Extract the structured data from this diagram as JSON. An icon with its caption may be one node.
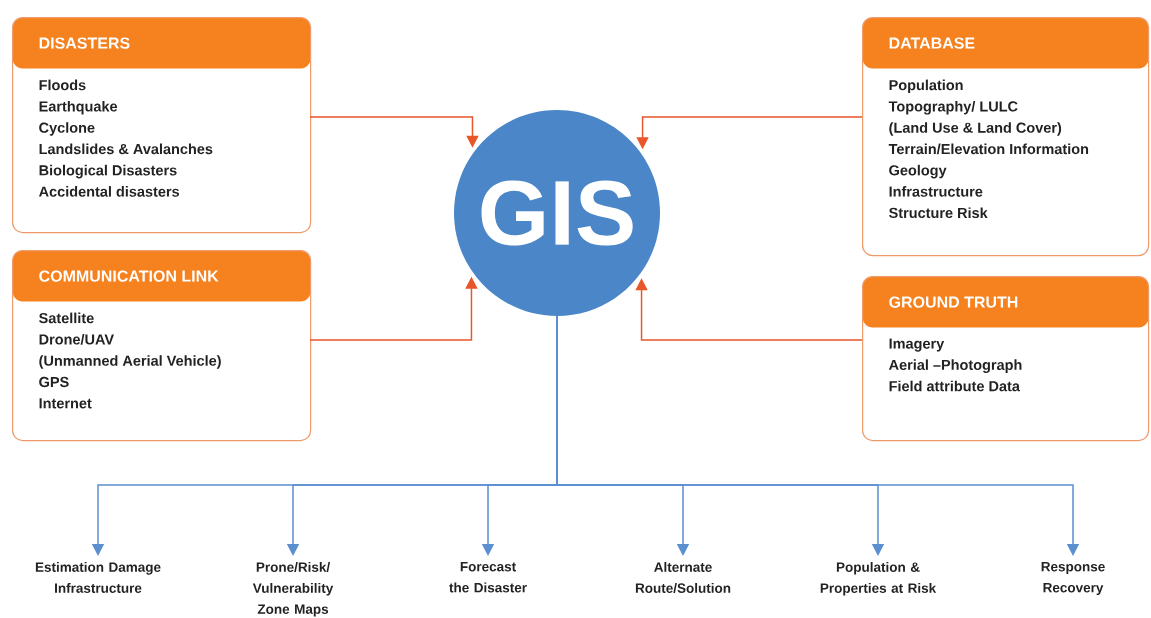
{
  "diagram": {
    "nodes": [
      {
        "text": [
          "DISASTERS",
          "Floods",
          "Earthquake",
          "Cyclone",
          "Landslides & Avalanches",
          "Biological Disasters",
          "Accidental disasters"
        ]
      },
      {
        "text": [
          "COMMUNICATION LINK",
          "Satellite",
          "Drone/UAV",
          "(Unmanned Aerial Vehicle)",
          "GPS",
          "Internet"
        ]
      },
      {
        "text": [
          "GIS"
        ]
      },
      {
        "text": [
          "DATABASE",
          "Population",
          "Topography/ LULC",
          "(Land Use & Land Cover)",
          "Terrain/Elevation Information",
          "Geology",
          "Infrastructure",
          "Structure Risk"
        ]
      },
      {
        "text": [
          "GROUND TRUTH",
          "Imagery",
          "Aerial –Photograph",
          "Field attribute Data"
        ]
      },
      {
        "text": [
          "Estimation Damage Infrastructure"
        ]
      },
      {
        "text": [
          "Prone/Risk/ Vulnerability Zone Maps"
        ]
      },
      {
        "text": [
          "Forecast the Disaster"
        ]
      },
      {
        "text": [
          "Alternate Route/Solution"
        ]
      },
      {
        "text": [
          "Population & Properties at Risk"
        ]
      },
      {
        "text": [
          "Response Recovery"
        ]
      }
    ],
    "edges": [
      {
        "from": 0,
        "to": 2,
        "arrow": "to",
        "color": "#e8562a"
      },
      {
        "from": 1,
        "to": 2,
        "arrow": "to",
        "color": "#e8562a"
      },
      {
        "from": 3,
        "to": 2,
        "arrow": "to",
        "color": "#e8562a"
      },
      {
        "from": 4,
        "to": 2,
        "arrow": "to",
        "color": "#e8562a"
      },
      {
        "from": 2,
        "to": 5,
        "arrow": "to"
      },
      {
        "from": 2,
        "to": 6,
        "arrow": "to"
      },
      {
        "from": 2,
        "to": 7,
        "arrow": "to"
      },
      {
        "from": 2,
        "to": 8,
        "arrow": "to"
      },
      {
        "from": 2,
        "to": 9,
        "arrow": "to"
      },
      {
        "from": 2,
        "to": 10,
        "arrow": "to"
      }
    ]
  }
}
